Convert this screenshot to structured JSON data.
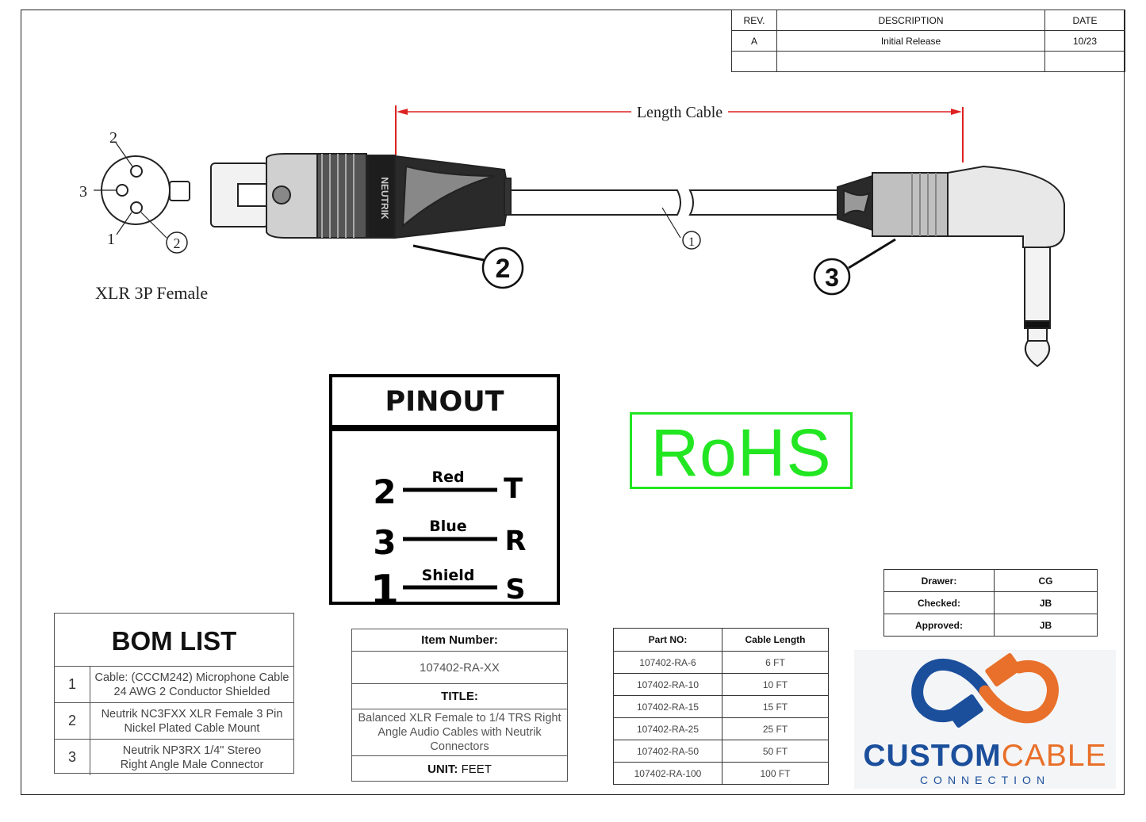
{
  "revision_table": {
    "headers": [
      "REV.",
      "DESCRIPTION",
      "DATE"
    ],
    "rows": [
      [
        "A",
        "Initial Release",
        "10/23"
      ],
      [
        "",
        "",
        ""
      ]
    ]
  },
  "drawing": {
    "length_label": "Length Cable",
    "connector_label": "XLR 3P Female",
    "pin_labels": [
      "2",
      "3",
      "1"
    ],
    "pin_callout": "2",
    "cable_callout": "1",
    "callout_2": "2",
    "callout_3": "3",
    "brand_mark": "NEUTRIK"
  },
  "pinout": {
    "title": "PINOUT",
    "rows": [
      {
        "pin": "2",
        "wire": "Red",
        "contact": "T"
      },
      {
        "pin": "3",
        "wire": "Blue",
        "contact": "R"
      },
      {
        "pin": "1",
        "wire": "Shield",
        "contact": "S"
      }
    ]
  },
  "rohs": {
    "label": "RoHS",
    "color": "#22e622"
  },
  "bom": {
    "title": "BOM LIST",
    "items": [
      {
        "num": "1",
        "line1": "Cable: (CCCM242) Microphone Cable",
        "line2": "24 AWG 2 Conductor Shielded"
      },
      {
        "num": "2",
        "line1": "Neutrik NC3FXX XLR Female 3 Pin",
        "line2": "Nickel Plated Cable Mount"
      },
      {
        "num": "3",
        "line1": "Neutrik NP3RX 1/4\" Stereo",
        "line2": "Right Angle Male Connector"
      }
    ]
  },
  "item_block": {
    "item_number_label": "Item Number:",
    "item_number": "107402-RA-XX",
    "title_label": "TITLE:",
    "title": "Balanced XLR Female to 1/4 TRS Right Angle Audio Cables with Neutrik Connectors",
    "unit_label": "UNIT:",
    "unit": "FEET"
  },
  "parts_table": {
    "headers": [
      "Part NO:",
      "Cable Length"
    ],
    "rows": [
      [
        "107402-RA-6",
        "6 FT"
      ],
      [
        "107402-RA-10",
        "10 FT"
      ],
      [
        "107402-RA-15",
        "15 FT"
      ],
      [
        "107402-RA-25",
        "25 FT"
      ],
      [
        "107402-RA-50",
        "50 FT"
      ],
      [
        "107402-RA-100",
        "100 FT"
      ]
    ]
  },
  "approvals": {
    "rows": [
      [
        "Drawer:",
        "CG"
      ],
      [
        "Checked:",
        "JB"
      ],
      [
        "Approved:",
        "JB"
      ]
    ]
  },
  "logo": {
    "word1": "CUSTOM",
    "word2": "CABLE",
    "sub": "CONNECTION",
    "blue": "#1b4f9c",
    "orange": "#e8702a"
  }
}
